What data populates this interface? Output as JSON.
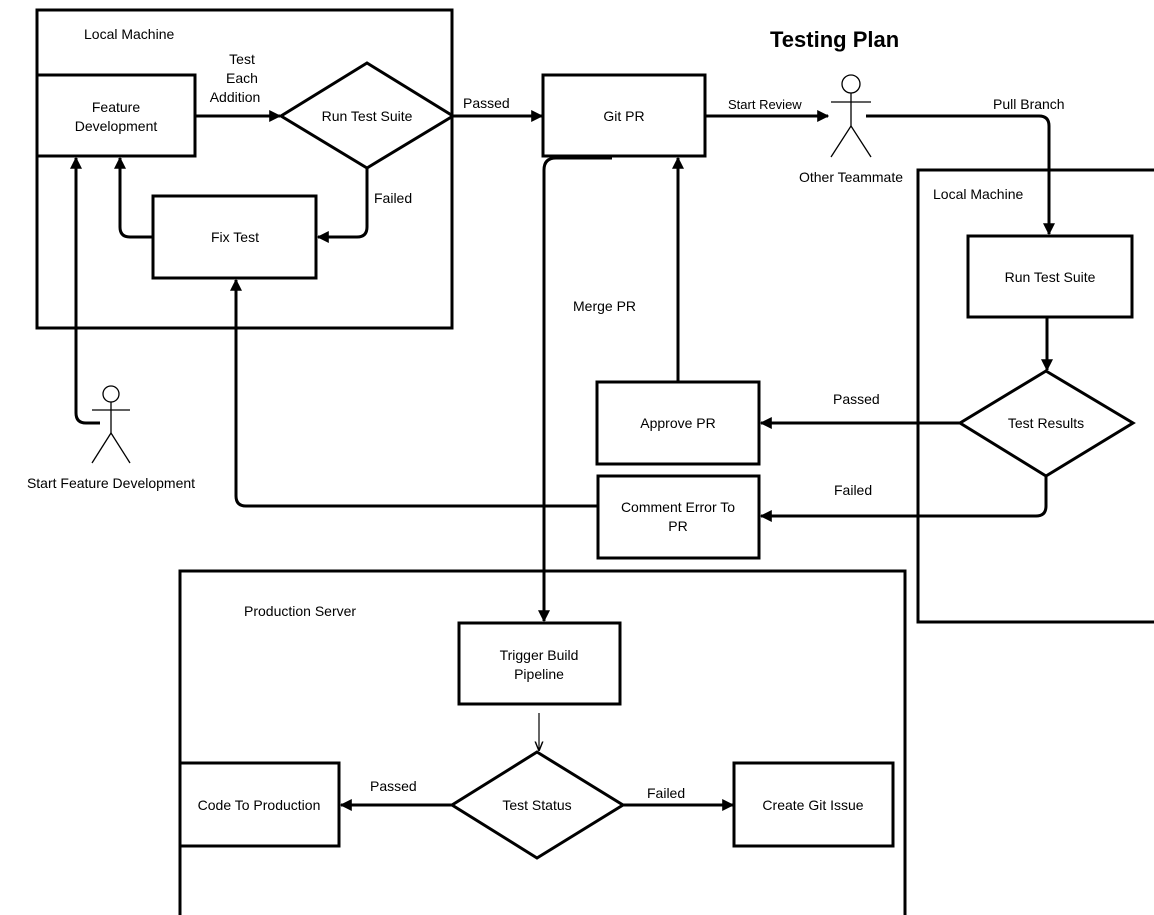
{
  "title": "Testing Plan",
  "containers": {
    "local_machine_dev": "Local Machine",
    "local_machine_review": "Local Machine",
    "production_server": "Production Server"
  },
  "nodes": {
    "feature_development": [
      "Feature",
      "Development"
    ],
    "run_test_suite_dev": "Run Test Suite",
    "fix_test": "Fix Test",
    "git_pr": "Git PR",
    "run_test_suite_review": "Run Test Suite",
    "test_results": "Test Results",
    "approve_pr": "Approve PR",
    "comment_error": [
      "Comment Error To",
      "PR"
    ],
    "trigger_build": [
      "Trigger Build",
      "Pipeline"
    ],
    "test_status": "Test Status",
    "code_to_production": "Code To Production",
    "create_git_issue": "Create Git Issue"
  },
  "actors": {
    "start_feature_development": "Start Feature Development",
    "other_teammate": "Other Teammate"
  },
  "edge_labels": {
    "test_each_addition": [
      "Test",
      "Each",
      "Addition"
    ],
    "passed_to_pr": "Passed",
    "failed_to_fix": "Failed",
    "start_review": "Start Review",
    "pull_branch": "Pull Branch",
    "merge_pr": "Merge PR",
    "results_passed": "Passed",
    "results_failed": "Failed",
    "status_passed": "Passed",
    "status_failed": "Failed"
  }
}
